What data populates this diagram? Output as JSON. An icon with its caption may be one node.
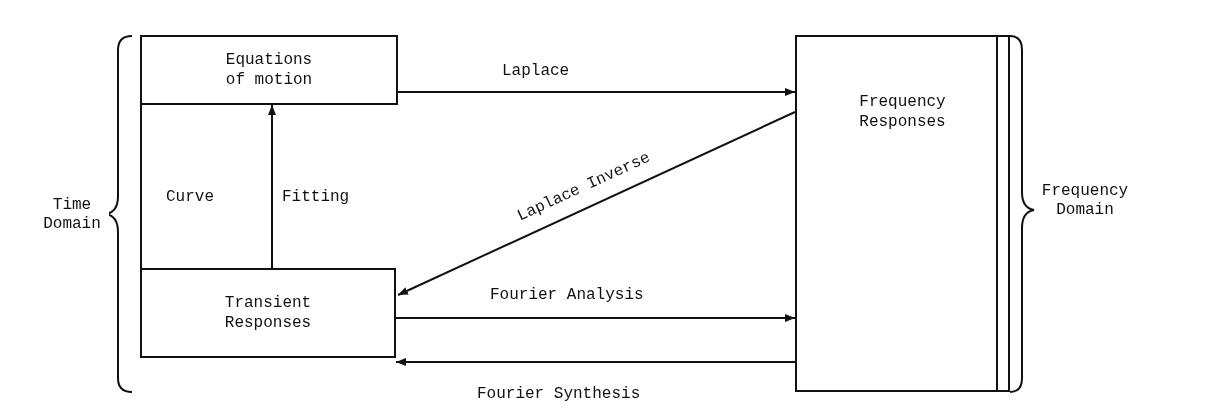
{
  "diagram": {
    "nodes": [
      {
        "text": [
          "Equations of motion"
        ]
      },
      {
        "text": [
          "Transient Responses"
        ]
      },
      {
        "text": [
          "Frequency Responses"
        ]
      }
    ],
    "edges": [
      {
        "from": 0,
        "to": 2,
        "arrow": "to",
        "label": "Laplace"
      },
      {
        "from": 2,
        "to": 1,
        "arrow": "to",
        "label": "Laplace Inverse"
      },
      {
        "from": 1,
        "to": 0,
        "arrow": "to"
      },
      {
        "from": 1,
        "to": 2,
        "arrow": "to",
        "label": "Fourier Analysis"
      },
      {
        "from": 2,
        "to": 1,
        "arrow": "to",
        "label": "Fourier Synthesis"
      },
      {
        "from": 0,
        "to": 1,
        "arrow": "none"
      }
    ],
    "labels": [
      "Curve",
      "Fitting",
      "Time Domain",
      "Frequency Domain"
    ]
  }
}
